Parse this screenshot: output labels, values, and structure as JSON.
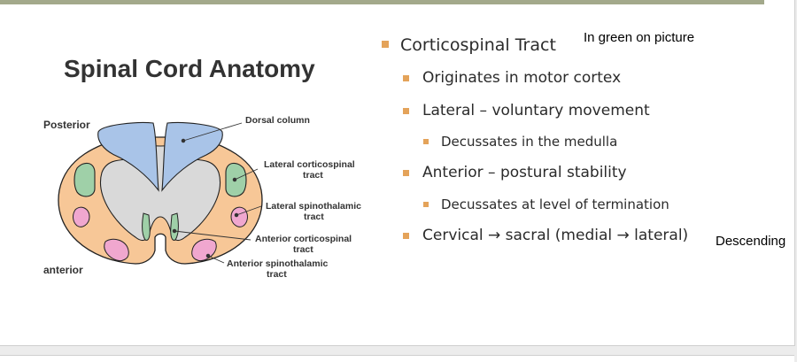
{
  "diagram": {
    "title": "Spinal Cord Anatomy",
    "labels": {
      "posterior": "Posterior",
      "anterior": "anterior",
      "dorsal_column": "Dorsal column",
      "lateral_corticospinal": [
        "Lateral corticospinal",
        "tract"
      ],
      "lateral_spinothalamic": [
        "Lateral spinothalamic",
        "tract"
      ],
      "anterior_corticospinal": [
        "Anterior corticospinal",
        "tract"
      ],
      "anterior_spinothalamic": [
        "Anterior spinothalamic",
        "tract"
      ]
    },
    "colors": {
      "white_matter": "#f7c797",
      "gray_matter": "#d9d9d9",
      "dorsal_column": "#a9c4e8",
      "corticospinal": "#9fd0a8",
      "spinothalamic": "#f0a7cf",
      "outline": "#222222"
    }
  },
  "bullets": {
    "main": "Corticospinal Tract",
    "originates": "Originates in motor cortex",
    "lateral": "Lateral – voluntary movement",
    "lateral_sub": "Decussates in the medulla",
    "anterior": "Anterior – postural stability",
    "anterior_sub": "Decussates at level of termination",
    "cervical": "Cervical → sacral (medial → lateral)"
  },
  "notes": {
    "green": "In green on picture",
    "descending": "Descending"
  },
  "colors": {
    "bullet_marker": "#e4a35a",
    "top_bar": "#a3a98b"
  }
}
